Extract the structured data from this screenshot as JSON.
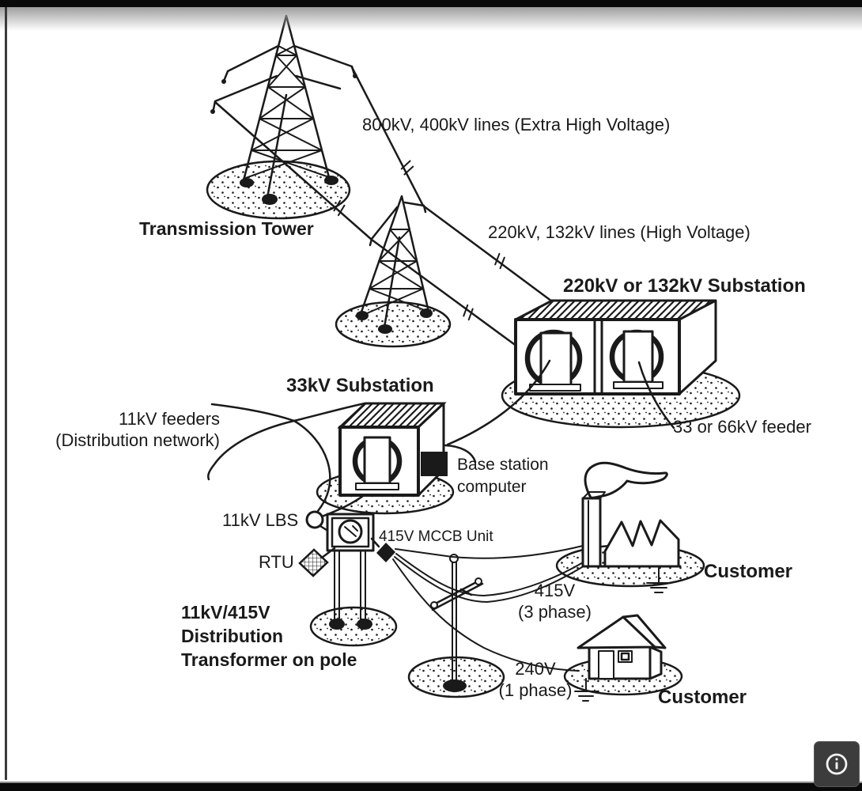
{
  "colors": {
    "ink": "#1a1a1a",
    "paper": "#ffffff",
    "frame": "#0a0a0a",
    "info_button_bg": "#3c3c3c",
    "info_button_fg": "#f2f2f2"
  },
  "diagram": {
    "labels": {
      "ehv_lines": "800kV, 400kV lines (Extra High Voltage)",
      "hv_lines": "220kV, 132kV lines (High Voltage)",
      "transmission_tower": "Transmission Tower",
      "substation_hv": "220kV or 132kV Substation",
      "substation_33kv": "33kV Substation",
      "feeder_33_66kv": "33 or 66kV feeder",
      "feeders_11kv": {
        "line1": "11kV feeders",
        "line2": "(Distribution network)"
      },
      "base_station": {
        "line1": "Base station",
        "line2": "computer"
      },
      "lbs_11kv": "11kV LBS",
      "mccb_unit": "415V MCCB Unit",
      "rtu": "RTU",
      "distribution_transformer": {
        "line1": "11kV/415V",
        "line2": "Distribution",
        "line3": "Transformer on pole"
      },
      "supply_3phase": {
        "line1": "415V",
        "line2": "(3 phase)"
      },
      "supply_1phase": {
        "line1": "240V",
        "line2": "(1 phase)"
      },
      "customer_industrial": "Customer",
      "customer_residential": "Customer"
    }
  },
  "controls": {
    "info_button": {
      "icon": "info-icon"
    }
  }
}
